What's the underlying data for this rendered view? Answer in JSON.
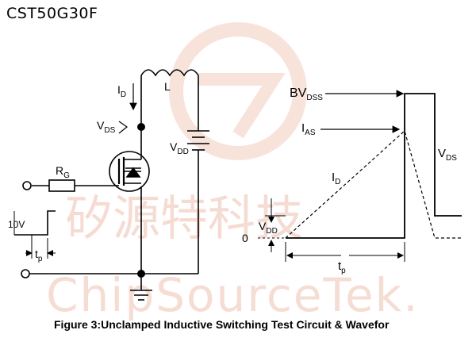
{
  "page_title": "CST50G30F",
  "watermark": {
    "cn": "矽源特科技",
    "en": "ChipSourceTek."
  },
  "circuit": {
    "inductor": "L",
    "drain_current": {
      "main": "I",
      "sub": "D"
    },
    "vds": {
      "main": "V",
      "sub": "DS"
    },
    "vdd": {
      "main": "V",
      "sub": "DD"
    },
    "gate_resistor": {
      "main": "R",
      "sub": "G"
    },
    "pulse_amplitude": "10V",
    "pulse_width": {
      "main": "t",
      "sub": "p"
    }
  },
  "waveform": {
    "bvdss": {
      "main": "BV",
      "sub": "DSS"
    },
    "ias": {
      "main": "I",
      "sub": "AS"
    },
    "id": {
      "main": "I",
      "sub": "D"
    },
    "vds": {
      "main": "V",
      "sub": "DS"
    },
    "vdd": {
      "main": "V",
      "sub": "DD"
    },
    "zero": "0",
    "tp": {
      "main": "t",
      "sub": "p"
    }
  },
  "caption": "Figure 3:Unclamped Inductive Switching Test Circuit & Wavefor",
  "colors": {
    "line": "#000000",
    "watermark": "#f2cfc3"
  }
}
